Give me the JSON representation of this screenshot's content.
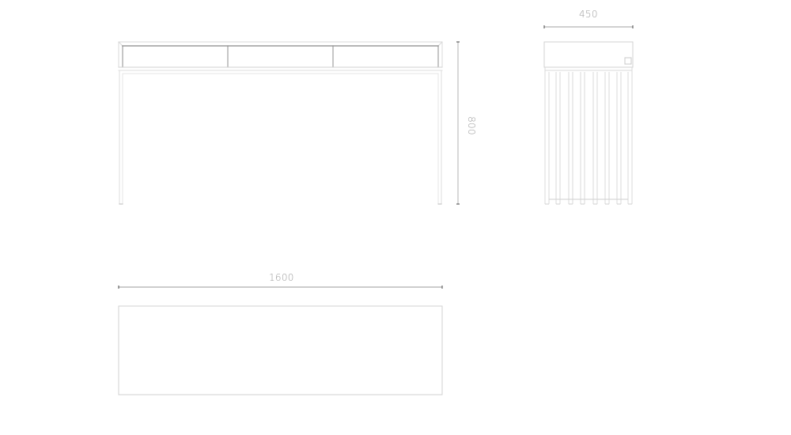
{
  "drawing": {
    "type": "technical-furniture-drawing",
    "subject": "console desk with three drawers",
    "units": "mm",
    "views": {
      "front": {
        "label": "front-elevation",
        "drawers": 3
      },
      "side": {
        "label": "side-elevation",
        "slat_pairs": 8
      },
      "plan": {
        "label": "top-plan"
      }
    }
  },
  "dimensions": {
    "width": "1600",
    "depth": "450",
    "height": "800"
  },
  "colors": {
    "background": "#ffffff",
    "outline": "#d4d4d4",
    "drawer_line": "#8c8c8c",
    "dimension_line": "#9a9a9a",
    "dimension_text": "#9a9a9a"
  }
}
